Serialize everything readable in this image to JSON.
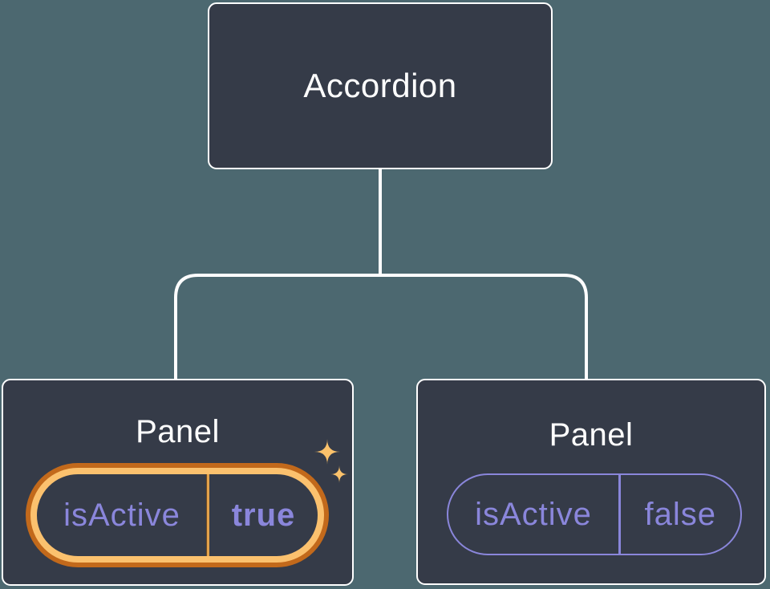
{
  "diagram": {
    "type": "component-tree",
    "tree": {
      "root": {
        "label": "Accordion"
      },
      "panels": [
        {
          "label": "Panel",
          "state_key": "isActive",
          "state_value": "true",
          "highlighted": true
        },
        {
          "label": "Panel",
          "state_key": "isActive",
          "state_value": "false",
          "highlighted": false
        }
      ]
    },
    "icons": {
      "sparkles": "sparkles-icon"
    }
  },
  "colors": {
    "background": "#4C6870",
    "node_fill": "#353B48",
    "node_border": "#FFFFFF",
    "connector": "#FFFFFF",
    "title_text": "#FFFFFF",
    "state_text": "#8A86DB",
    "pill_border": "#8A86DB",
    "highlight_outer": "#C2691B",
    "highlight_inner": "#FBC16E",
    "highlight_divider": "#E2A24C",
    "sparkle": "#FBC26B"
  }
}
